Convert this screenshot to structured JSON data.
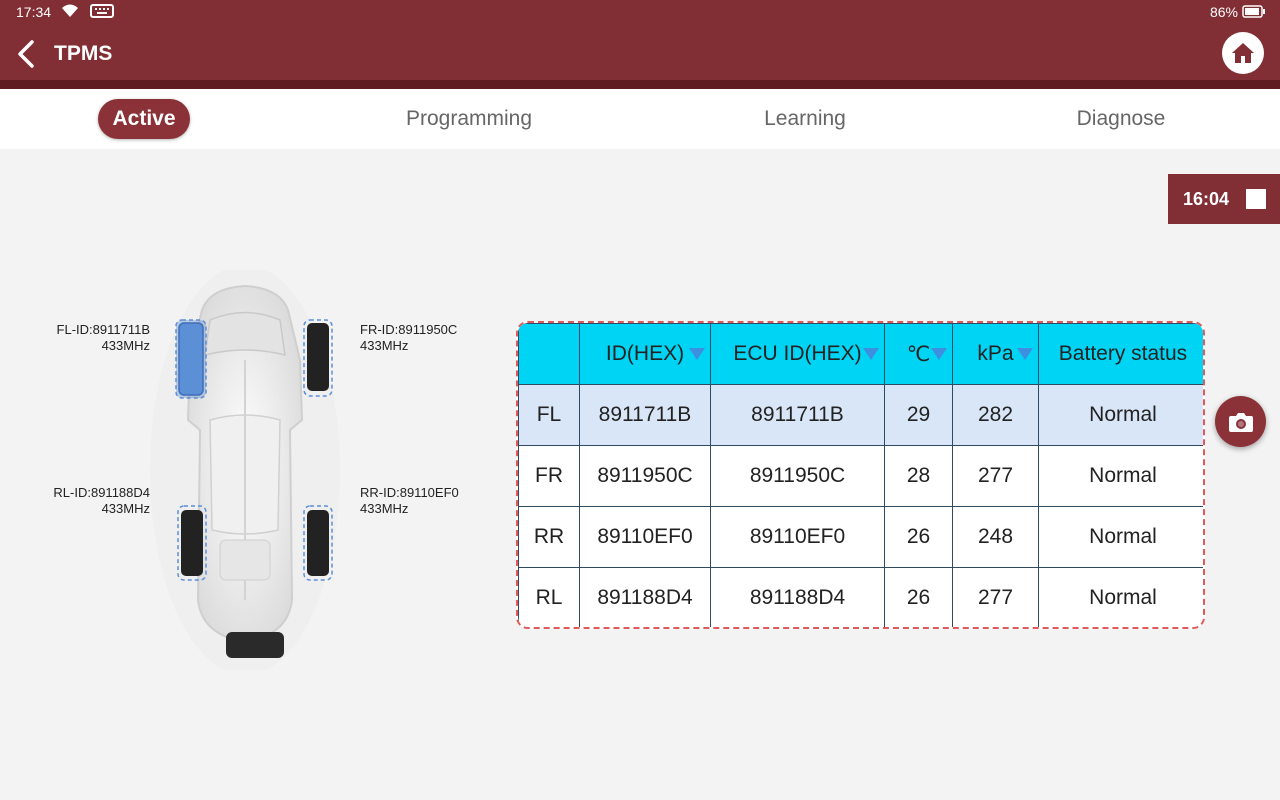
{
  "status": {
    "time": "17:34",
    "battery": "86%"
  },
  "header": {
    "title": "TPMS"
  },
  "tabs": [
    {
      "label": "Active"
    },
    {
      "label": "Programming"
    },
    {
      "label": "Learning"
    },
    {
      "label": "Diagnose"
    }
  ],
  "timer": {
    "value": "16:04"
  },
  "wheels": {
    "fl": {
      "id": "FL-ID:8911711B",
      "freq": "433MHz"
    },
    "fr": {
      "id": "FR-ID:8911950C",
      "freq": "433MHz"
    },
    "rl": {
      "id": "RL-ID:891188D4",
      "freq": "433MHz"
    },
    "rr": {
      "id": "RR-ID:89110EF0",
      "freq": "433MHz"
    }
  },
  "table": {
    "headers": [
      "",
      "ID(HEX)",
      "ECU ID(HEX)",
      "℃",
      "kPa",
      "Battery status"
    ],
    "rows": [
      {
        "pos": "FL",
        "id": "8911711B",
        "ecu": "8911711B",
        "temp": "29",
        "kpa": "282",
        "battery": "Normal"
      },
      {
        "pos": "FR",
        "id": "8911950C",
        "ecu": "8911950C",
        "temp": "28",
        "kpa": "277",
        "battery": "Normal"
      },
      {
        "pos": "RR",
        "id": "89110EF0",
        "ecu": "89110EF0",
        "temp": "26",
        "kpa": "248",
        "battery": "Normal"
      },
      {
        "pos": "RL",
        "id": "891188D4",
        "ecu": "891188D4",
        "temp": "26",
        "kpa": "277",
        "battery": "Normal"
      }
    ]
  },
  "colors": {
    "brand": "#812f35",
    "header_cyan": "#00d4f5",
    "selected_row": "#d9e6f7",
    "dash_border": "#e05a5a"
  }
}
